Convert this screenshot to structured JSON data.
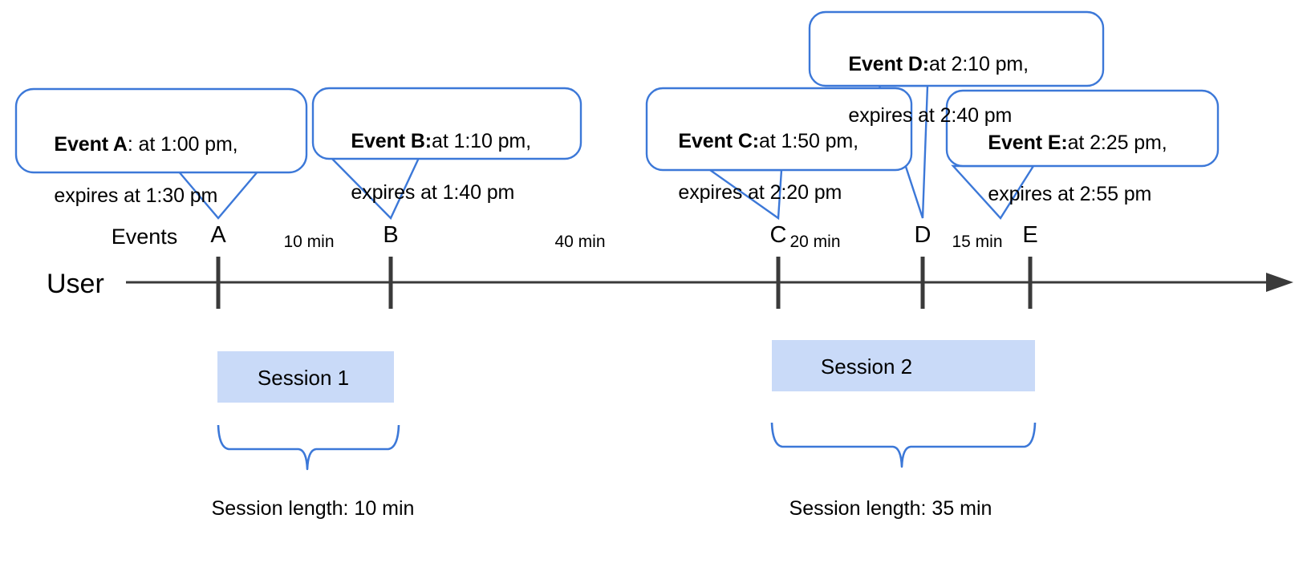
{
  "diagram": {
    "title": "Session timeline with expiring events",
    "accent_color": "#3c78d8",
    "session_fill": "#c9daf8",
    "axis_color": "#3a3a3a"
  },
  "axis": {
    "row_label": "User",
    "events_label": "Events"
  },
  "callouts": [
    {
      "id": "A",
      "lead": "Event A",
      "sep": ": ",
      "line1_rest": "at 1:00 pm,",
      "line2": "expires at 1:30 pm",
      "bold_includes_colon": false
    },
    {
      "id": "B",
      "lead": "Event B",
      "sep": ": ",
      "line1_rest": "at 1:10 pm,",
      "line2": "expires at 1:40 pm",
      "bold_includes_colon": true
    },
    {
      "id": "C",
      "lead": "Event C",
      "sep": ": ",
      "line1_rest": "at 1:50 pm,",
      "line2": "expires at 2:20 pm",
      "bold_includes_colon": true
    },
    {
      "id": "D",
      "lead": "Event D",
      "sep": ": ",
      "line1_rest": "at 2:10 pm,",
      "line2": "expires at 2:40 pm",
      "bold_includes_colon": true
    },
    {
      "id": "E",
      "lead": "Event E",
      "sep": ": ",
      "line1_rest": "at 2:25 pm,",
      "line2": "expires at 2:55 pm",
      "bold_includes_colon": true
    }
  ],
  "events": [
    {
      "id": "A",
      "label": "A",
      "time": "1:00 pm",
      "expires": "1:30 pm"
    },
    {
      "id": "B",
      "label": "B",
      "time": "1:10 pm",
      "expires": "1:40 pm"
    },
    {
      "id": "C",
      "label": "C",
      "time": "1:50 pm",
      "expires": "2:20 pm"
    },
    {
      "id": "D",
      "label": "D",
      "time": "2:10 pm",
      "expires": "2:40 pm"
    },
    {
      "id": "E",
      "label": "E",
      "time": "2:25 pm",
      "expires": "2:55 pm"
    }
  ],
  "gaps": [
    {
      "from": "A",
      "to": "B",
      "label": "10 min"
    },
    {
      "from": "B",
      "to": "C",
      "label": "40 min"
    },
    {
      "from": "C",
      "to": "D",
      "label": "20 min"
    },
    {
      "from": "D",
      "to": "E",
      "label": "15 min"
    }
  ],
  "sessions": [
    {
      "name": "Session 1",
      "length_label": "Session length: 10 min",
      "start_event": "A",
      "end_event": "B"
    },
    {
      "name": "Session 2",
      "length_label": "Session length: 35 min",
      "start_event": "C",
      "end_event": "E"
    }
  ]
}
